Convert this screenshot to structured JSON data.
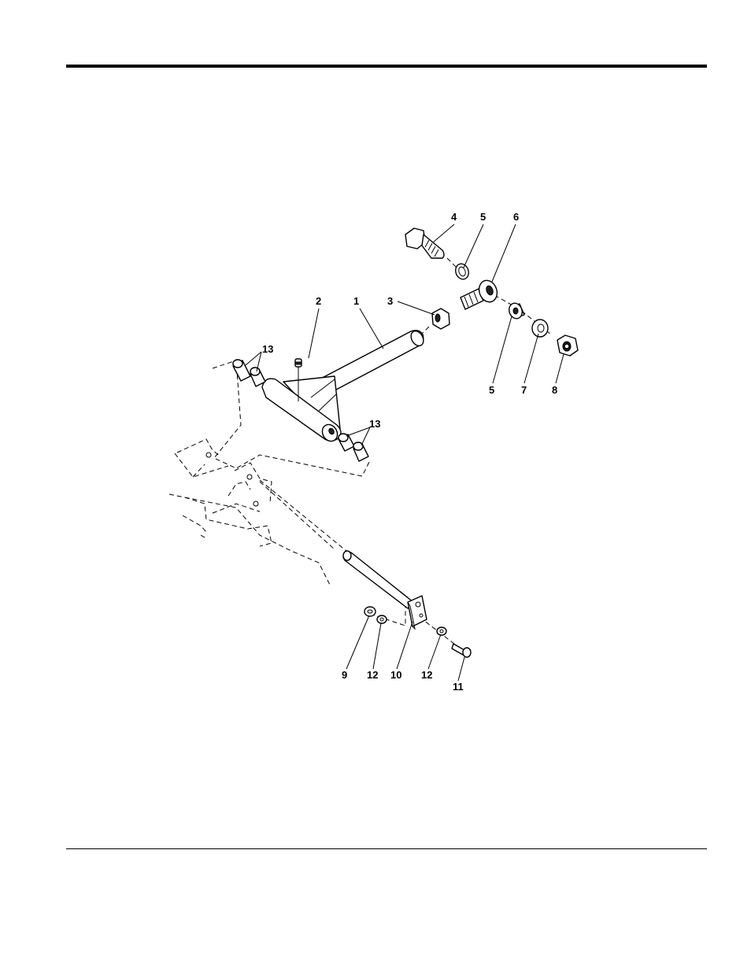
{
  "callouts": [
    {
      "id": "c1",
      "text": "1"
    },
    {
      "id": "c2",
      "text": "2"
    },
    {
      "id": "c3",
      "text": "3"
    },
    {
      "id": "c4",
      "text": "4"
    },
    {
      "id": "c5a",
      "text": "5"
    },
    {
      "id": "c6",
      "text": "6"
    },
    {
      "id": "c5b",
      "text": "5"
    },
    {
      "id": "c7",
      "text": "7"
    },
    {
      "id": "c8",
      "text": "8"
    },
    {
      "id": "c13a",
      "text": "13"
    },
    {
      "id": "c13b",
      "text": "13"
    },
    {
      "id": "c9",
      "text": "9"
    },
    {
      "id": "c12a",
      "text": "12"
    },
    {
      "id": "c10",
      "text": "10"
    },
    {
      "id": "c12b",
      "text": "12"
    },
    {
      "id": "c11",
      "text": "11"
    }
  ]
}
